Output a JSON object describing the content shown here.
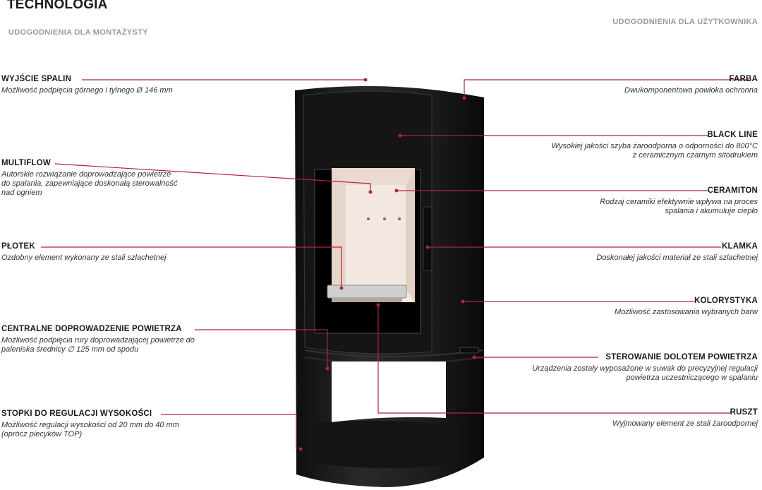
{
  "header": {
    "title": "TECHNOLOGIA",
    "left_section": "UDOGODNIENIA DLA MONTAŻYSTY",
    "right_section": "UDOGODNIENIA DLA UŻYTKOWNIKA"
  },
  "left_features": [
    {
      "title": "WYJŚCIE SPALIN",
      "desc": "Możliwość podpięcia górnego i tylnego Ø 146 mm"
    },
    {
      "title": "MULTIFLOW",
      "desc": "Autorskie rozwiązanie doprowadzające powietrze\ndo spalania, zapewniające doskonałą sterowalność\nnad ogniem"
    },
    {
      "title": "PŁOTEK",
      "desc": "Ozdobny element wykonany ze stali szlachetnej"
    },
    {
      "title": "CENTRALNE DOPROWADZENIE POWIETRZA",
      "desc": "Możliwość podpięcia rury doprowadzającej powietrze do\npaleniska średnicy ∅ 125 mm od spodu"
    },
    {
      "title": "STOPKI DO REGULACJI WYSOKOŚCI",
      "desc": "Możliwość regulacji wysokości od 20 mm do 40 mm\n(oprócz piecyków TOP)"
    }
  ],
  "right_features": [
    {
      "title": "FARBA",
      "desc": "Dwukomponentowa powłoka ochronna"
    },
    {
      "title": "BLACK LINE",
      "desc": "Wysokiej jakości szyba żaroodporna o odporności do 800°C\nz ceramicznym czarnym sitodrukiem"
    },
    {
      "title": "CERAMITON",
      "desc": "Rodzaj ceramiki efektywnie wpływa na proces\nspalania i akumuluje ciepło"
    },
    {
      "title": "KLAMKA",
      "desc": "Doskonałej jakości materiał ze stali szlachetnej"
    },
    {
      "title": "KOLORYSTYKA",
      "desc": "Możliwość zastosowania wybranych barw"
    },
    {
      "title": "STEROWANIE DOLOTEM POWIETRZA",
      "desc": "Urządzenia zostały wyposażone w suwak do precyzyjnej regulacji\npowietrza uczestniczącego w spalaniu"
    },
    {
      "title": "RUSZT",
      "desc": "Wyjmowany element ze stali żaroodpornej"
    }
  ],
  "colors": {
    "accent_line": "#b0243a",
    "stove_body": "#1b1b1b",
    "ceramic": "#efe2d9"
  }
}
